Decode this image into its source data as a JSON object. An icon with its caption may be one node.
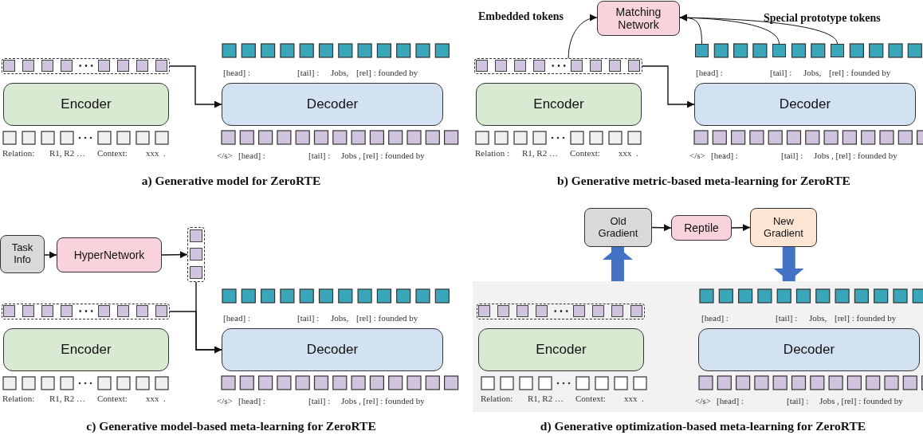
{
  "diagram": {
    "nodes": [
      {
        "text": [],
        "shape": "box"
      },
      {
        "text": [
          "Encoder"
        ]
      },
      {
        "text": [
          "Decoder"
        ]
      },
      {
        "text": [
          "Matching Network"
        ]
      },
      {
        "text": [],
        "shape": "box"
      },
      {
        "text": [],
        "shape": "box"
      },
      {
        "text": [],
        "shape": "box"
      },
      {
        "text": [],
        "shape": "box"
      },
      {
        "text": [
          "Encoder"
        ]
      },
      {
        "text": [
          "Decoder"
        ]
      },
      {
        "text": [
          "Task Info"
        ]
      },
      {
        "text": [
          "HyperNetwork"
        ]
      },
      {
        "text": [],
        "shape": "box"
      },
      {
        "text": [],
        "shape": "box"
      },
      {
        "text": [
          "Encoder"
        ]
      },
      {
        "text": [
          "Decoder"
        ]
      },
      {
        "text": [
          "Old Gradient"
        ]
      },
      {
        "text": [
          "Reptile"
        ]
      },
      {
        "text": [
          "New Gradient"
        ]
      },
      {
        "text": [],
        "shape": "box"
      },
      {
        "text": [],
        "shape": "box",
        "in": 19
      },
      {
        "text": [
          "Encoder"
        ],
        "in": 19
      },
      {
        "text": [
          "Decoder"
        ],
        "in": 19
      }
    ],
    "edges": [
      {
        "from": 0,
        "to": 2,
        "arrow": "to"
      },
      {
        "from": 7,
        "to": 9,
        "arrow": "to"
      },
      {
        "from": 7,
        "to": 3,
        "arrow": "to"
      },
      {
        "from": 4,
        "to": 3,
        "arrow": "to"
      },
      {
        "from": 5,
        "to": 3,
        "arrow": "to"
      },
      {
        "from": 6,
        "to": 3,
        "arrow": "to"
      },
      {
        "from": 10,
        "to": 11,
        "arrow": "to"
      },
      {
        "from": 11,
        "to": 12,
        "arrow": "to"
      },
      {
        "from": 12,
        "to": 15,
        "arrow": "to"
      },
      {
        "from": 13,
        "to": 15,
        "arrow": "to"
      },
      {
        "from": 16,
        "to": 17,
        "arrow": "to"
      },
      {
        "from": 17,
        "to": 18,
        "arrow": "to"
      },
      {
        "from": 19,
        "to": 16,
        "arrow": "to",
        "style": "thick",
        "color": "#4472c4"
      },
      {
        "from": 18,
        "to": 19,
        "arrow": "to",
        "style": "thick",
        "color": "#4472c4"
      }
    ],
    "labels": [
      "[head] :",
      "[tail] :",
      "Jobs,",
      "[rel] : founded by",
      "Relation:",
      "R1, R2 …",
      "Context:",
      "xxx",
      ".",
      "</s>",
      "[head] :",
      "[tail] :",
      "Jobs",
      ", [rel] : founded by",
      "a) Generative model for ZeroRTE",
      "Embedded tokens",
      "Special prototype tokens",
      "[head] :",
      "[tail] :",
      "Jobs,",
      "[rel] : founded by",
      "Relation :",
      "R1, R2 …",
      "Context:",
      "xxx",
      ".",
      "</s>",
      "[head] :",
      "[tail] :",
      "Jobs",
      ", [rel] : founded by",
      "b) Generative metric-based meta-learning for ZeroRTE",
      "[head] :",
      "[tail] :",
      "Jobs,",
      "[rel] : founded by",
      "Relation:",
      "R1, R2 …",
      "Context:",
      "xxx",
      ".",
      "</s>",
      "[head] :",
      "[tail] :",
      "Jobs",
      ", [rel] : founded by",
      "c) Generative model-based meta-learning for ZeroRTE",
      "[head] :",
      "[tail] :",
      "Jobs,",
      "[rel] : founded by",
      "Relation:",
      "R1, R2 …",
      "Context:",
      "xxx",
      ".",
      "</s>",
      "[head] :",
      "[tail] :",
      "Jobs",
      ", [rel] : founded by",
      "d) Generative optimization-based meta-learning for ZeroRTE"
    ]
  }
}
